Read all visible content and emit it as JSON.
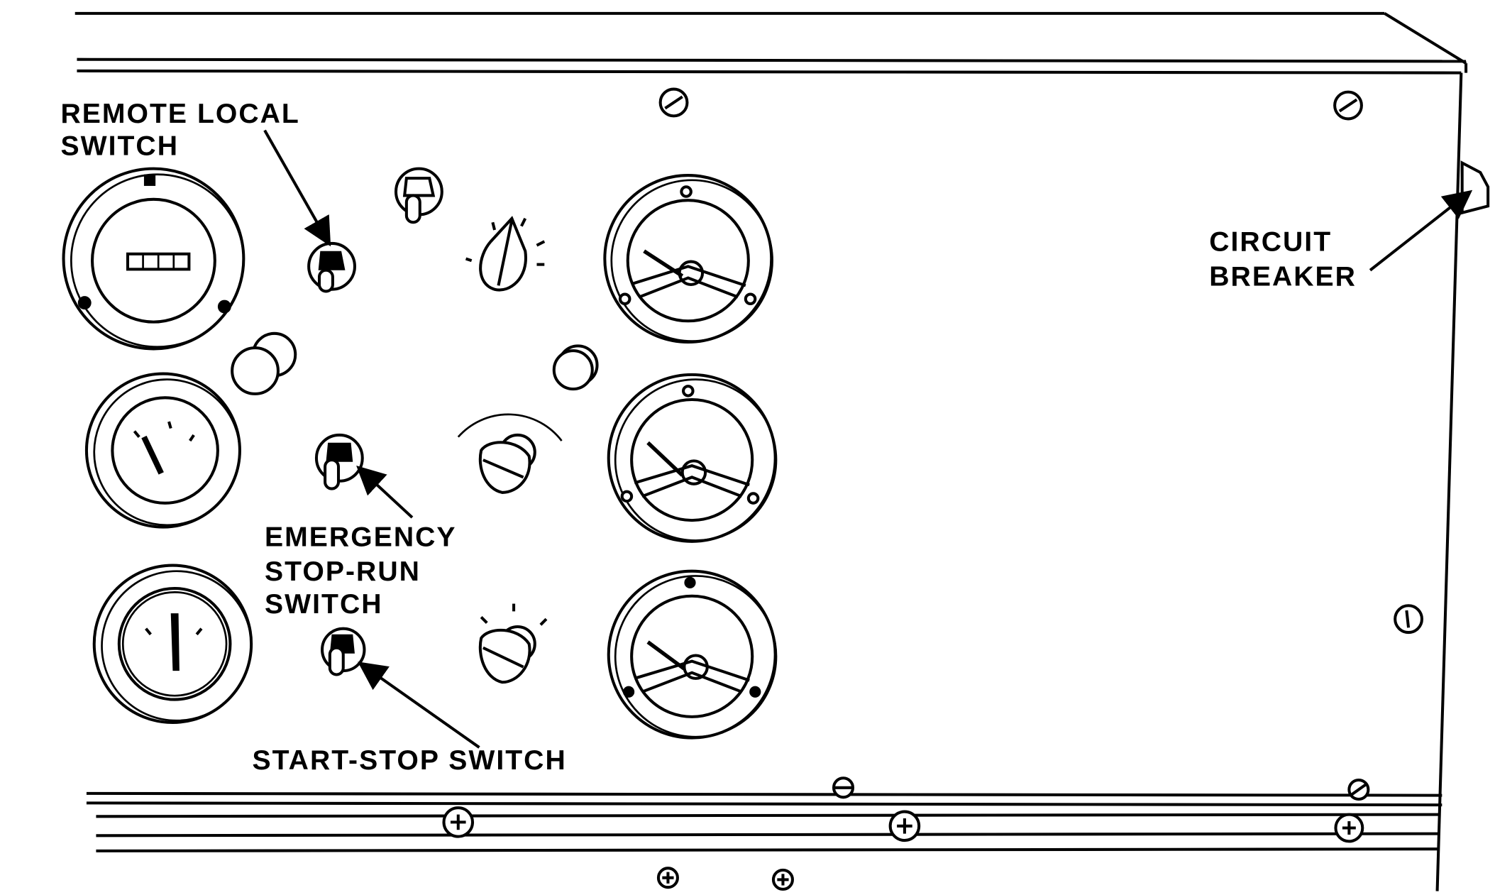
{
  "labels": {
    "remote_local_switch": [
      "REMOTE LOCAL",
      "SWITCH"
    ],
    "emergency_stop_run_switch": [
      "EMERGENCY",
      "STOP-RUN",
      "SWITCH"
    ],
    "start_stop_switch": "START-STOP SWITCH",
    "circuit_breaker": [
      "CIRCUIT",
      "BREAKER"
    ]
  },
  "colors": {
    "ink": "#000000",
    "paper": "#ffffff"
  }
}
